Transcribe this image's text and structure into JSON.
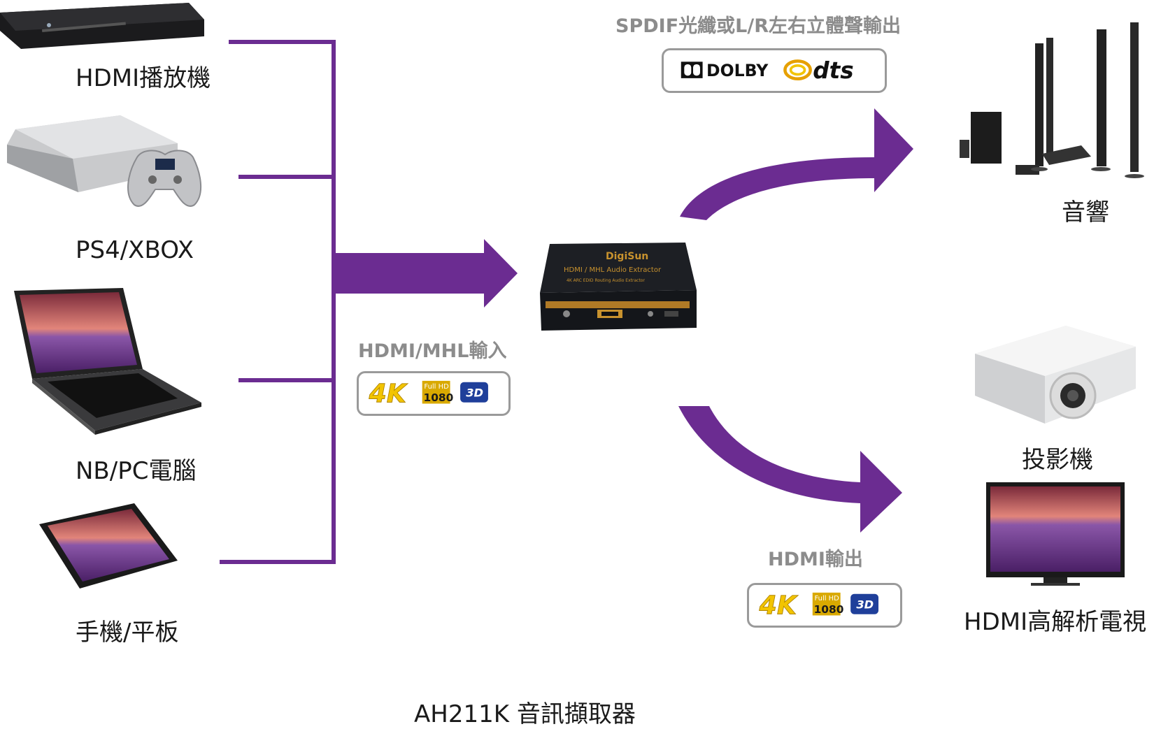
{
  "sources": [
    {
      "label": "HDMI播放機",
      "icon": "bluray-player-icon"
    },
    {
      "label": "PS4/XBOX",
      "icon": "game-console-icon"
    },
    {
      "label": "NB/PC電腦",
      "icon": "laptop-icon"
    },
    {
      "label": "手機/平板",
      "icon": "tablet-icon"
    }
  ],
  "input_label": "HDMI/MHL輸入",
  "audio_output_label": "SPDIF光纖或L/R左右立體聲輸出",
  "audio_logos": {
    "dolby": "DOLBY",
    "dts": "dts"
  },
  "hdmi_output_label": "HDMI輸出",
  "format_badges": {
    "k4": "4K",
    "fullhd": "Full HD",
    "p1080": "1080",
    "d3": "3D"
  },
  "device": {
    "brand": "DigiSun",
    "line1": "HDMI / MHL Audio Extractor",
    "line2": "4K ARC EDID Routing Audio Extractor"
  },
  "outputs": [
    {
      "label": "音響",
      "icon": "speaker-system-icon"
    },
    {
      "label": "投影機",
      "icon": "projector-icon"
    },
    {
      "label": "HDMI高解析電視",
      "icon": "hdtv-icon"
    }
  ],
  "title": "AH211K 音訊擷取器",
  "colors": {
    "accent": "#6b2c91",
    "label_grey": "#8c8c8c",
    "badge_border": "#9a9a9a",
    "device_gold": "#c8922e"
  }
}
